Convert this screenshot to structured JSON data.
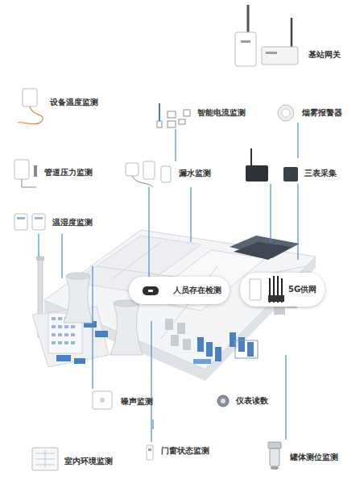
{
  "diagram": {
    "nodes": [
      {
        "text": [
          "人员存在检测"
        ]
      },
      {
        "text": [
          "5G供网"
        ]
      }
    ],
    "labels": [
      "基站网关",
      "设备温度监测",
      "智能电流监测",
      "烟雾报警器",
      "管道压力监测",
      "漏水监测",
      "三表采集",
      "温湿度监测",
      "噪声监测",
      "仪表读数",
      "室内环境监测",
      "门窗状态监测",
      "罐体测位监测"
    ]
  }
}
